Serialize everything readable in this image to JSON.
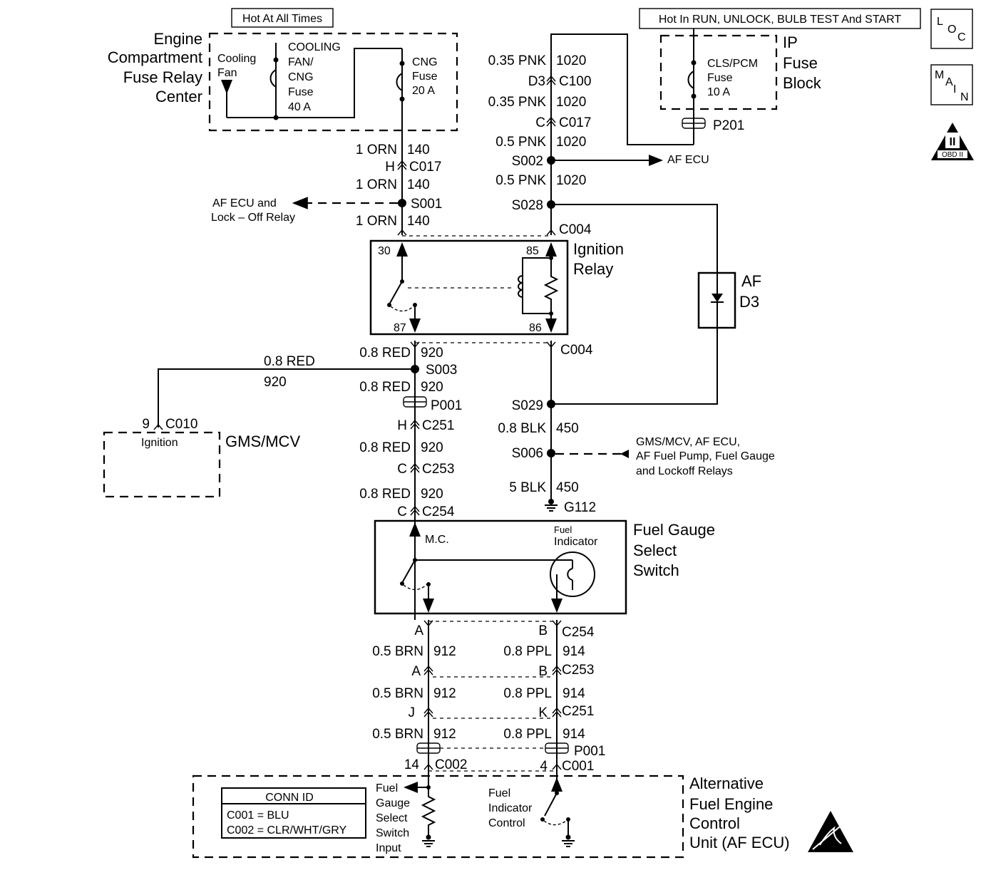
{
  "badges": {
    "hot_always": "Hot At All Times",
    "hot_run": "Hot In RUN, UNLOCK, BULB TEST And START",
    "loc": [
      "L",
      "O",
      "C"
    ],
    "main": [
      "M",
      "A",
      "I",
      "N"
    ],
    "obd_numeral": "II",
    "obd_text": "OBD II"
  },
  "engine_fuse_center": {
    "title": [
      "Engine",
      "Compartment",
      "Fuse Relay",
      "Center"
    ],
    "cooling_fan": [
      "Cooling",
      "Fan"
    ],
    "cooling_fuse": [
      "COOLING",
      "FAN/",
      "CNG",
      "Fuse",
      "40 A"
    ],
    "cng_fuse": [
      "CNG",
      "Fuse",
      "20 A"
    ]
  },
  "ip_fuse_block": {
    "title": [
      "IP",
      "Fuse",
      "Block"
    ],
    "fuse": [
      "CLS/PCM",
      "Fuse",
      "10 A"
    ],
    "connector": "P201"
  },
  "left_feed": {
    "wire1": "1 ORN",
    "circ1": "140",
    "conn1_pin": "H",
    "conn1": "C017",
    "wire2": "1 ORN",
    "circ2": "140",
    "splice": "S001",
    "splice_note": [
      "AF ECU and",
      "Lock – Off Relay"
    ],
    "wire3": "1 ORN",
    "circ3": "140"
  },
  "right_feed": {
    "wire1": "0.35 PNK",
    "circ1": "1020",
    "conn1_pin": "D3",
    "conn1": "C100",
    "wire2": "0.35 PNK",
    "circ2": "1020",
    "conn2_pin": "C",
    "conn2": "C017",
    "wire3": "0.5 PNK",
    "circ3": "1020",
    "splice1": "S002",
    "splice1_note": "AF ECU",
    "wire4": "0.5 PNK",
    "circ4": "1020",
    "splice2": "S028",
    "conn3": "C004"
  },
  "ignition_relay": {
    "title": [
      "Ignition",
      "Relay"
    ],
    "pin30": "30",
    "pin85": "85",
    "pin87": "87",
    "pin86": "86"
  },
  "af_d3": [
    "AF",
    "D3"
  ],
  "red_circuit": {
    "wire1": "0.8 RED",
    "circ1": "920",
    "conn_top": "C004",
    "branch_wire": "0.8 RED",
    "branch_circ": "920",
    "splice": "S003",
    "wire2": "0.8 RED",
    "circ2": "920",
    "p001": "P001",
    "conn_c251_pin": "H",
    "conn_c251": "C251",
    "wire3": "0.8 RED",
    "circ3": "920",
    "conn_c253_pin": "C",
    "conn_c253": "C253",
    "wire4": "0.8 RED",
    "circ4": "920",
    "conn_c254_pin": "C",
    "conn_c254": "C254"
  },
  "gms_mcv": {
    "pin": "9",
    "conn": "C010",
    "label": "Ignition",
    "title": "GMS/MCV"
  },
  "ground_circuit": {
    "splice1": "S029",
    "wire1": "0.8 BLK",
    "circ1": "450",
    "splice2": "S006",
    "splice2_note": [
      "GMS/MCV, AF ECU,",
      "AF Fuel Pump, Fuel Gauge",
      "and Lockoff Relays"
    ],
    "wire2": "5 BLK",
    "circ2": "450",
    "ground": "G112"
  },
  "fuel_gauge_switch": {
    "title": [
      "Fuel Gauge",
      "Select",
      "Switch"
    ],
    "mc": "M.C.",
    "indicator": [
      "Fuel",
      "Indicator"
    ]
  },
  "lower": {
    "pinA": "A",
    "pinB": "B",
    "c254": "C254",
    "brn1": "0.5 BRN",
    "brn1_circ": "912",
    "ppl1": "0.8 PPL",
    "ppl1_circ": "914",
    "pinA2": "A",
    "pinB2": "B",
    "c253": "C253",
    "brn2": "0.5 BRN",
    "brn2_circ": "912",
    "ppl2": "0.8 PPL",
    "ppl2_circ": "914",
    "pinJ": "J",
    "pinK": "K",
    "c251": "C251",
    "brn3": "0.5 BRN",
    "brn3_circ": "912",
    "ppl3": "0.8 PPL",
    "ppl3_circ": "914",
    "p001": "P001",
    "pin14": "14",
    "c002": "C002",
    "pin4": "4",
    "c001": "C001"
  },
  "af_ecu": {
    "title": [
      "Alternative",
      "Fuel Engine",
      "Control",
      "Unit (AF ECU)"
    ],
    "conn_id_title": "CONN ID",
    "conn_id": [
      "C001 = BLU",
      "C002 = CLR/WHT/GRY"
    ],
    "gauge_input": [
      "Fuel",
      "Gauge",
      "Select",
      "Switch",
      "Input"
    ],
    "indicator_control": [
      "Fuel",
      "Indicator",
      "Control"
    ]
  }
}
